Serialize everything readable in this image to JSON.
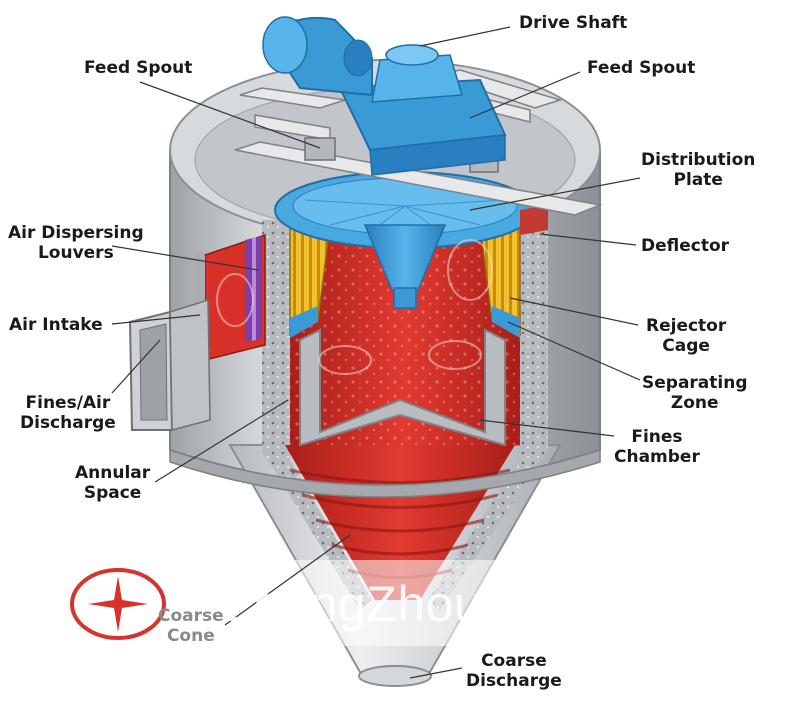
{
  "labels": {
    "drive_shaft": "Drive Shaft",
    "feed_spout_left": "Feed Spout",
    "feed_spout_right": "Feed Spout",
    "distribution_plate": "Distribution\nPlate",
    "air_dispersing_louvers": "Air Dispersing\nLouvers",
    "deflector": "Deflector",
    "air_intake": "Air Intake",
    "rejector_cage": "Rejector\nCage",
    "separating_zone": "Separating\nZone",
    "fines_air_discharge": "Fines/Air\nDischarge",
    "fines_chamber": "Fines\nChamber",
    "annular_space": "Annular\nSpace",
    "coarse_cone": "Coarse\nCone",
    "coarse_discharge": "Coarse\nDischarge"
  },
  "watermark": {
    "company": "ZhengZhou Hengxing"
  },
  "colors": {
    "shell": "#c9ccd0",
    "chamber_red": "#d8312a",
    "drive_blue": "#3a9ad6",
    "cage_yellow": "#f0b420",
    "louver_purple": "#7a3fa8",
    "logo_red": "#d8322d"
  }
}
